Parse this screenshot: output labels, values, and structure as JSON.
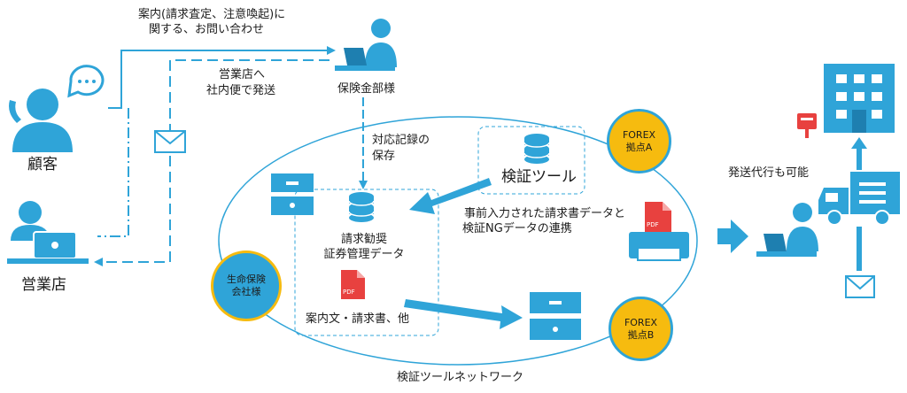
{
  "labels": {
    "inquiry_line1": "案内(請求査定、注意喚起)に",
    "inquiry_line2": "関する、お問い合わせ",
    "to_branch_line1": "営業店へ",
    "to_branch_line2": "社内便で発送",
    "insurance_dept": "保険金部様",
    "customer": "顧客",
    "branch": "営業店",
    "record_line1": "対応記録の",
    "record_line2": "保存",
    "verify_tool": "検証ツール",
    "db_line1": "請求勧奨",
    "db_line2": "証券管理データ",
    "docs": "案内文・請求書、他",
    "link_line1": "事前入力された請求書データと",
    "link_line2": "検証NGデータの連携",
    "shipping": "発送代行も可能",
    "network": "検証ツールネットワーク",
    "pdf": "PDF"
  },
  "badges": {
    "forex_a": "FOREX\n拠点A",
    "forex_b": "FOREX\n拠点B",
    "life_ins": "生命保険\n会社様"
  },
  "colors": {
    "accent_blue": "#2fa4d8",
    "gold": "#f6bb0f",
    "pdf_red": "#e8413f",
    "dark": "#1c1c1c"
  }
}
